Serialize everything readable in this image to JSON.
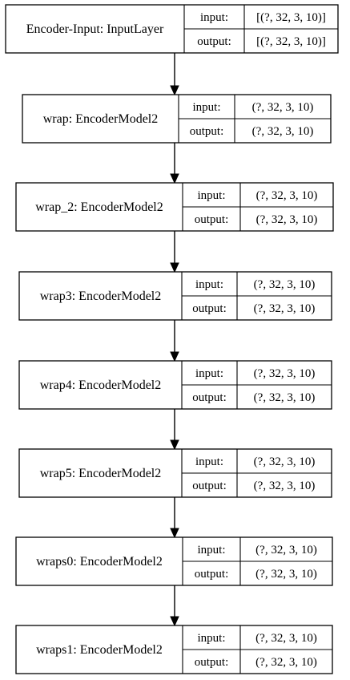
{
  "diagram": {
    "nodes": [
      {
        "name": "Encoder-Input: InputLayer",
        "input_label": "input:",
        "output_label": "output:",
        "input_value": "[(?, 32, 3, 10)]",
        "output_value": "[(?, 32, 3, 10)]"
      },
      {
        "name": "wrap: EncoderModel2",
        "input_label": "input:",
        "output_label": "output:",
        "input_value": "(?, 32, 3, 10)",
        "output_value": "(?, 32, 3, 10)"
      },
      {
        "name": "wrap_2: EncoderModel2",
        "input_label": "input:",
        "output_label": "output:",
        "input_value": "(?, 32, 3, 10)",
        "output_value": "(?, 32, 3, 10)"
      },
      {
        "name": "wrap3: EncoderModel2",
        "input_label": "input:",
        "output_label": "output:",
        "input_value": "(?, 32, 3, 10)",
        "output_value": "(?, 32, 3, 10)"
      },
      {
        "name": "wrap4: EncoderModel2",
        "input_label": "input:",
        "output_label": "output:",
        "input_value": "(?, 32, 3, 10)",
        "output_value": "(?, 32, 3, 10)"
      },
      {
        "name": "wrap5: EncoderModel2",
        "input_label": "input:",
        "output_label": "output:",
        "input_value": "(?, 32, 3, 10)",
        "output_value": "(?, 32, 3, 10)"
      },
      {
        "name": "wraps0: EncoderModel2",
        "input_label": "input:",
        "output_label": "output:",
        "input_value": "(?, 32, 3, 10)",
        "output_value": "(?, 32, 3, 10)"
      },
      {
        "name": "wraps1: EncoderModel2",
        "input_label": "input:",
        "output_label": "output:",
        "input_value": "(?, 32, 3, 10)",
        "output_value": "(?, 32, 3, 10)"
      }
    ]
  }
}
